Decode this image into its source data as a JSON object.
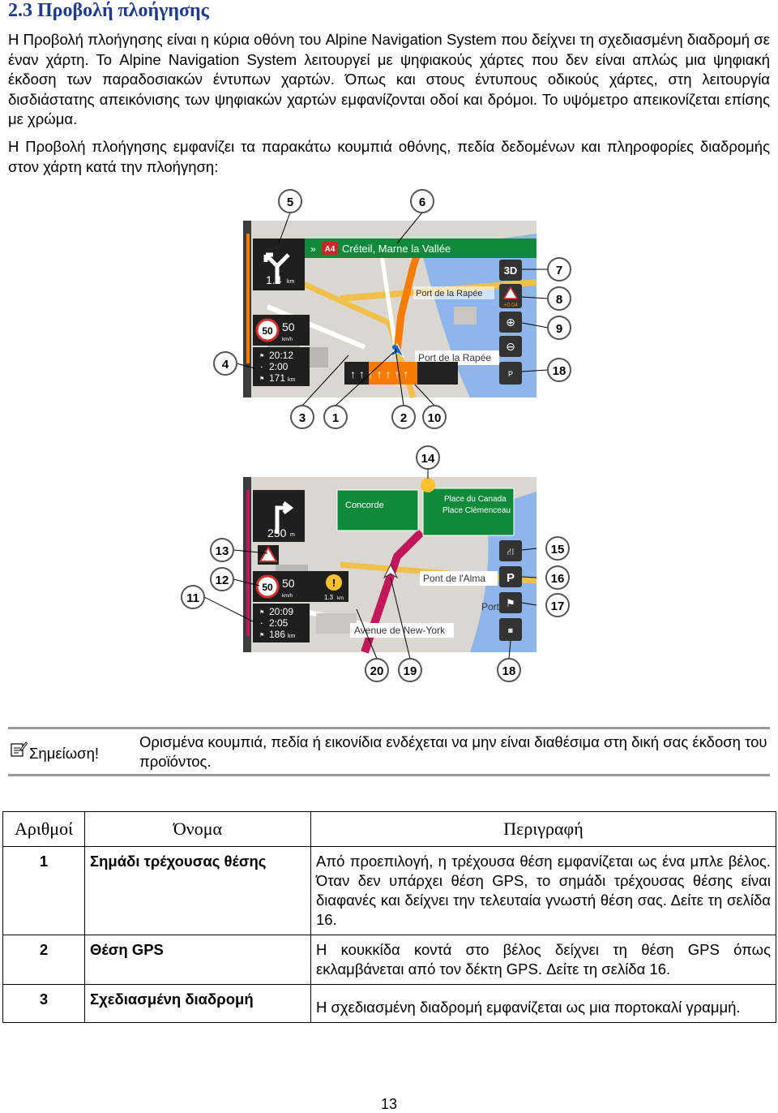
{
  "heading": "2.3 Προβολή πλοήγησης",
  "paragraphs": [
    "Η Προβολή πλοήγησης είναι η κύρια οθόνη του Alpine Navigation System που δείχνει τη σχεδιασμένη διαδρομή σε έναν χάρτη. Το Alpine Navigation System λειτουργεί με ψηφιακούς χάρτες που δεν είναι απλώς μια ψηφιακή έκδοση των παραδοσιακών έντυπων χαρτών. Όπως και στους έντυπους οδικούς χάρτες, στη λειτουργία δισδιάστατης απεικόνισης των ψηφιακών χαρτών εμφανίζονται οδοί και δρόμοι. Το υψόμετρο απεικονίζεται επίσης με χρώμα.",
    "Η Προβολή πλοήγησης εμφανίζει τα παρακάτω κουμπιά οθόνης, πεδία δεδομένων και πληροφορίες διαδρομής στον χάρτη κατά την πλοήγηση:"
  ],
  "figure1": {
    "route_sign": "A4",
    "route_text": "Créteil, Marne la Vallée",
    "turn_distance": "1.4",
    "turn_unit": "km",
    "speed_limit": "50",
    "speed_value": "50",
    "speed_unit": "km/h",
    "eta": "20:12",
    "remaining_time": "2:00",
    "remaining_distance": "171",
    "remaining_distance_unit": "km",
    "street_label_1": "Port de la Rapée",
    "street_label_2": "Port de la Rapée",
    "btn_3d": "3D",
    "delay_text": "+0:04",
    "callouts_top": [
      "5",
      "6"
    ],
    "callouts_right": [
      "7",
      "8",
      "9",
      "18"
    ],
    "callouts_left": [
      "4"
    ],
    "callouts_bottom": [
      "3",
      "1",
      "2",
      "10"
    ]
  },
  "figure2": {
    "sign_left": "Concorde",
    "sign_right_1": "Place du Canada",
    "sign_right_2": "Place Clémenceau",
    "turn_distance": "250",
    "turn_unit": "m",
    "speed_limit": "50",
    "speed_value": "50",
    "speed_unit": "km/h",
    "warn_distance": "1.3",
    "warn_unit": "km",
    "eta": "20:09",
    "remaining_time": "2:05",
    "remaining_distance": "186",
    "remaining_distance_unit": "km",
    "street_label_1": "Pont de l'Alma",
    "street_label_2": "Avenue de New-York",
    "street_label_3": "Port",
    "callouts_top": [
      "14"
    ],
    "callouts_left": [
      "13",
      "12",
      "11"
    ],
    "callouts_right": [
      "15",
      "16",
      "17"
    ],
    "callouts_bottom": [
      "20",
      "19",
      "18"
    ]
  },
  "note": {
    "label": "Σημείωση!",
    "text": "Ορισμένα κουμπιά, πεδία ή εικονίδια ενδέχεται να μην είναι διαθέσιμα στη δική σας έκδοση του προϊόντος."
  },
  "table": {
    "headers": [
      "Αριθμοί",
      "Όνομα",
      "Περιγραφή"
    ],
    "rows": [
      {
        "num": "1",
        "name": "Σημάδι τρέχουσας θέσης",
        "desc": "Από προεπιλογή, η τρέχουσα θέση εμφανίζεται ως ένα μπλε βέλος. Όταν δεν υπάρχει θέση GPS, το σημάδι τρέχουσας θέσης είναι διαφανές και δείχνει την τελευταία γνωστή θέση σας. Δείτε τη σελίδα 16."
      },
      {
        "num": "2",
        "name": "Θέση GPS",
        "desc": "Η κουκκίδα κοντά στο βέλος δείχνει τη θέση GPS όπως εκλαμβάνεται από τον δέκτη GPS. Δείτε τη σελίδα 16."
      },
      {
        "num": "3",
        "name": "Σχεδιασμένη διαδρομή",
        "desc": "Η σχεδιασμένη διαδρομή εμφανίζεται ως μια πορτοκαλί γραμμή."
      }
    ]
  },
  "page_number": "13"
}
